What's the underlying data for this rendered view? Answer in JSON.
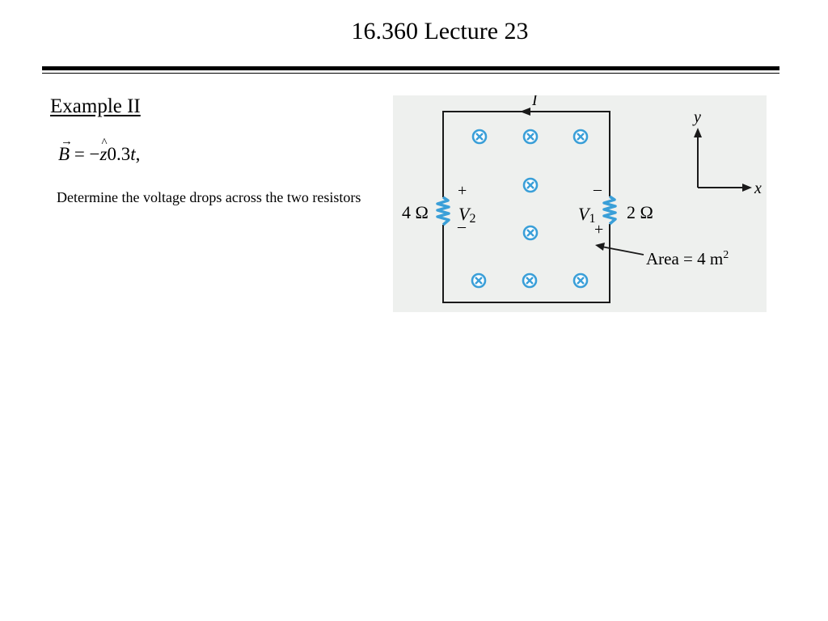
{
  "slide": {
    "title": "16.360 Lecture 23",
    "heading": "Example II",
    "equation": {
      "lhs": "B",
      "equals": " = −",
      "unit_vector": "z",
      "coefficient": "0.3",
      "variable": "t",
      "trailing": ","
    },
    "description": "Determine the voltage drops across the two resistors"
  },
  "figure": {
    "current_label": "I",
    "axis_y": "y",
    "axis_x": "x",
    "left_resistor": {
      "value": "4 Ω",
      "voltage": "V",
      "subscript": "2",
      "top_sign": "+",
      "bottom_sign": "–"
    },
    "right_resistor": {
      "value": "2 Ω",
      "voltage": "V",
      "subscript": "1",
      "top_sign": "–",
      "bottom_sign": "+"
    },
    "area_label": "Area = 4 m",
    "area_exponent": "2",
    "colors": {
      "field_symbol": "#3a9fd8",
      "resistor": "#3a9fd8",
      "background": "#eef0ee",
      "wire": "#1a1a1a"
    }
  }
}
